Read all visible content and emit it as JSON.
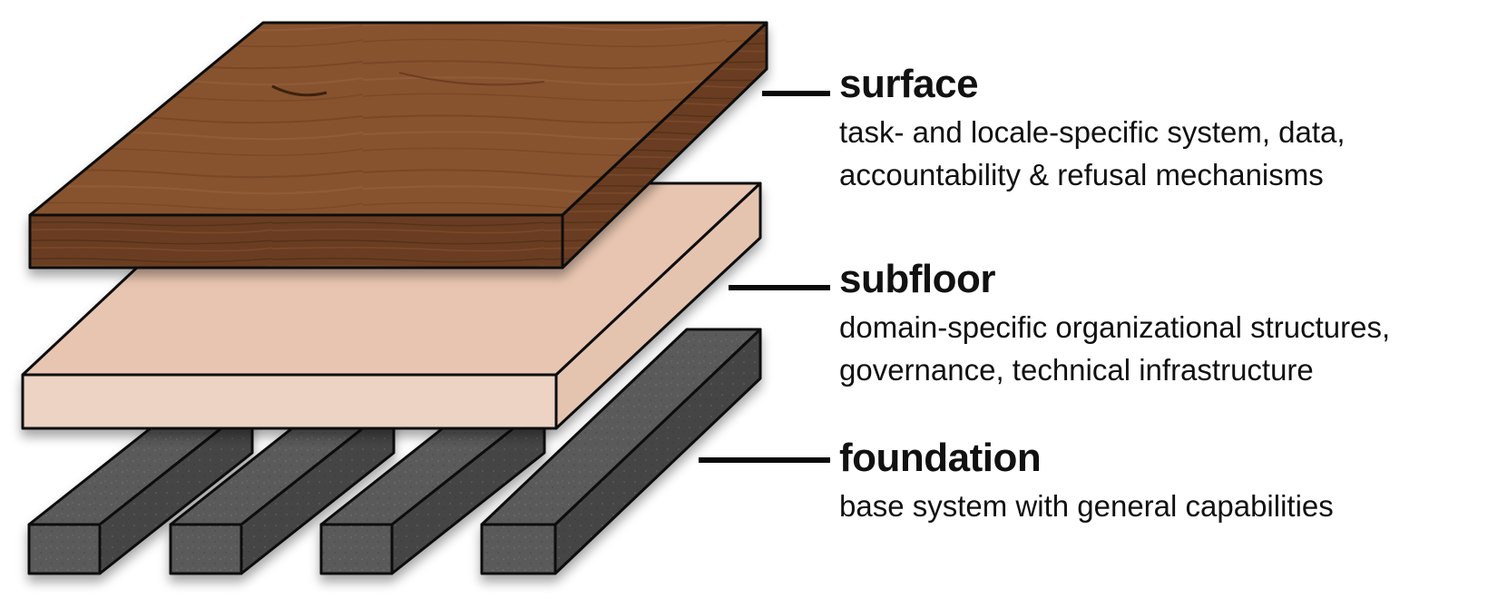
{
  "layers": [
    {
      "id": "surface",
      "title": "surface",
      "description": [
        "task- and locale-specific system, data,",
        "accountability & refusal mechanisms"
      ]
    },
    {
      "id": "subfloor",
      "title": "subfloor",
      "description": [
        "domain-specific organizational structures,",
        "governance, technical infrastructure"
      ]
    },
    {
      "id": "foundation",
      "title": "foundation",
      "description": [
        "base system with general capabilities"
      ]
    }
  ],
  "colors": {
    "surface_top": "#87522e",
    "surface_side": "#6b3e20",
    "subfloor_top": "#e8c5b0",
    "subfloor_side": "#edd3c3",
    "foundation_top": "#5e5e5e",
    "foundation_side": "#474747",
    "outline": "#0a0a0a"
  }
}
